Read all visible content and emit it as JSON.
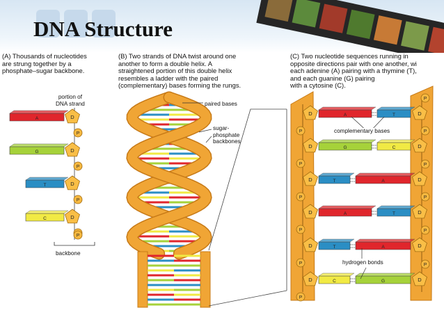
{
  "slide": {
    "title": "DNA Structure"
  },
  "panel_a": {
    "caption": [
      "(A) Thousands of nucleotides",
      "are strung together by a",
      "phosphate–sugar backbone."
    ],
    "label_portion": [
      "portion of",
      "DNA strand"
    ],
    "label_backbone": "backbone",
    "bases": [
      "A",
      "G",
      "T",
      "C"
    ],
    "sugar_letter": "D",
    "phosphate_letter": "P"
  },
  "panel_b": {
    "caption": [
      "(B) Two strands of DNA twist around one",
      "another to form a double helix. A",
      "straightened portion of this double helix",
      "resembles a ladder with the paired",
      "(complementary) bases forming the rungs."
    ],
    "label_paired": "paired bases",
    "label_backbones": [
      "sugar-",
      "phosphate",
      "backbones"
    ]
  },
  "panel_c": {
    "caption": [
      "(C) Two nucleotide sequences running in",
      "opposite directions pair with one another, wi",
      "each adenine (A) pairing with a thymine (T),",
      "and each guanine (G) pairing",
      "with a cytosine (C)."
    ],
    "label_complementary": "complementary bases",
    "label_hydrogen": "hydrogen bonds",
    "pairs": [
      {
        "left": "A",
        "right": "T"
      },
      {
        "left": "G",
        "right": "C"
      },
      {
        "left": "T",
        "right": "A"
      },
      {
        "left": "A",
        "right": "T"
      },
      {
        "left": "T",
        "right": "A"
      },
      {
        "left": "C",
        "right": "G"
      }
    ]
  },
  "colors": {
    "adenine": "#e0262c",
    "guanine": "#a6d23a",
    "thymine": "#2b8ec4",
    "cytosine": "#f1ea44",
    "backbone": "#f0a535",
    "sugar": "#f9be46",
    "phosphate": "#f6b840"
  }
}
